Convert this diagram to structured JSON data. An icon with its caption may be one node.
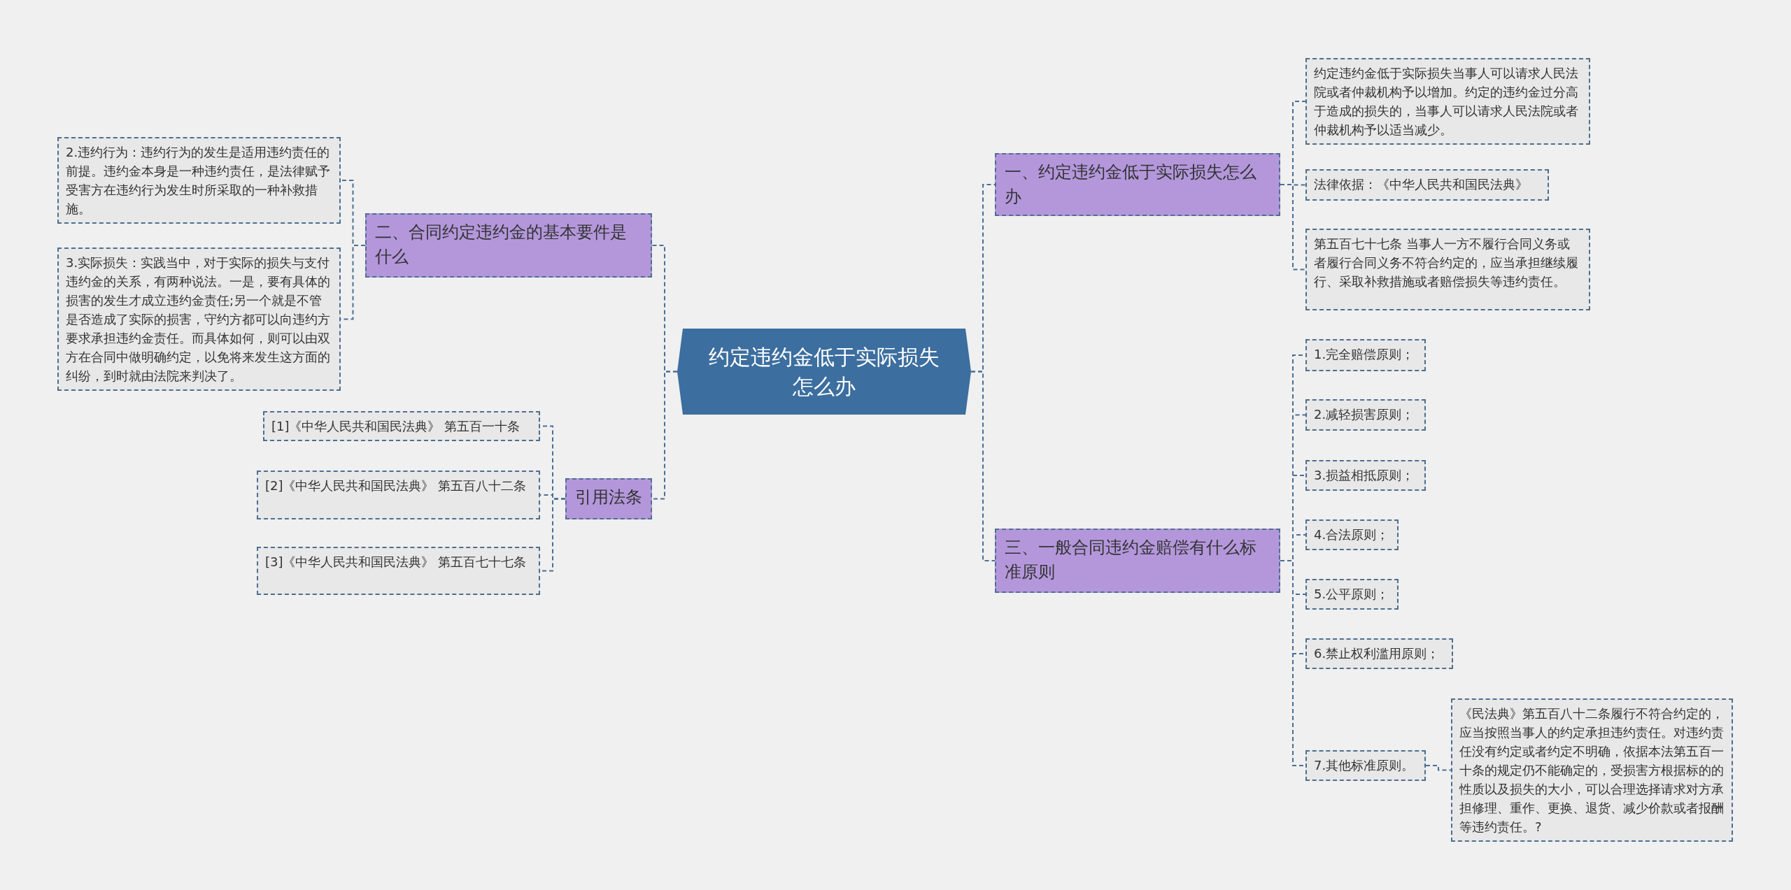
{
  "diagram": {
    "nodes": [
      {
        "text": [
          "约定违约金低于实际损失怎么办"
        ]
      },
      {
        "text": [
          "一、约定违约金低于实际损失怎么办"
        ]
      },
      {
        "text": [
          "约定违约金低于实际损失当事人可以请求人民法院或者仲裁机构予以增加。约定的违约金过分高于造成的损失的，当事人可以请求人民法院或者仲裁机构予以适当减少。"
        ]
      },
      {
        "text": [
          "法律依据：《中华人民共和国民法典》"
        ]
      },
      {
        "text": [
          "第五百七十七条 当事人一方不履行合同义务或者履行合同义务不符合约定的，应当承担继续履行、采取补救措施或者赔偿损失等违约责任。"
        ]
      },
      {
        "text": [
          "三、一般合同违约金赔偿有什么标准原则"
        ]
      },
      {
        "text": [
          "1.完全赔偿原则；"
        ]
      },
      {
        "text": [
          "2.减轻损害原则；"
        ]
      },
      {
        "text": [
          "3.损益相抵原则；"
        ]
      },
      {
        "text": [
          "4.合法原则；"
        ]
      },
      {
        "text": [
          "5.公平原则；"
        ]
      },
      {
        "text": [
          "6.禁止权利滥用原则；"
        ]
      },
      {
        "text": [
          "7.其他标准原则。"
        ]
      },
      {
        "text": [
          "《民法典》第五百八十二条履行不符合约定的，应当按照当事人的约定承担违约责任。对违约责任没有约定或者约定不明确，依据本法第五百一十条的规定仍不能确定的，受损害方根据标的的性质以及损失的大小，可以合理选择请求对方承担修理、重作、更换、退货、减少价款或者报酬等违约责任。?"
        ]
      },
      {
        "text": [
          "二、合同约定违约金的基本要件是什么"
        ]
      },
      {
        "text": [
          "2.违约行为：违约行为的发生是适用违约责任的前提。违约金本身是一种违约责任，是法律赋予受害方在违约行为发生时所采取的一种补救措施。"
        ]
      },
      {
        "text": [
          "3.实际损失：实践当中，对于实际的损失与支付违约金的关系，有两种说法。一是，要有具体的损害的发生才成立违约金责任;另一个就是不管是否造成了实际的损害，守约方都可以向违约方要求承担违约金责任。而具体如何，则可以由双方在合同中做明确约定，以免将来发生这方面的纠纷，到时就由法院来判决了。"
        ]
      },
      {
        "text": [
          "引用法条"
        ]
      },
      {
        "text": [
          "[1]《中华人民共和国民法典》 第五百一十条"
        ]
      },
      {
        "text": [
          "[2]《中华人民共和国民法典》 第五百八十二条"
        ]
      },
      {
        "text": [
          "[3]《中华人民共和国民法典》 第五百七十七条"
        ]
      }
    ],
    "edges": [
      {
        "from": 0,
        "to": 1,
        "arrow": "none"
      },
      {
        "from": 1,
        "to": 2,
        "arrow": "none"
      },
      {
        "from": 1,
        "to": 3,
        "arrow": "none"
      },
      {
        "from": 1,
        "to": 4,
        "arrow": "none"
      },
      {
        "from": 0,
        "to": 5,
        "arrow": "none"
      },
      {
        "from": 5,
        "to": 6,
        "arrow": "none"
      },
      {
        "from": 5,
        "to": 7,
        "arrow": "none"
      },
      {
        "from": 5,
        "to": 8,
        "arrow": "none"
      },
      {
        "from": 5,
        "to": 9,
        "arrow": "none"
      },
      {
        "from": 5,
        "to": 10,
        "arrow": "none"
      },
      {
        "from": 5,
        "to": 11,
        "arrow": "none"
      },
      {
        "from": 5,
        "to": 12,
        "arrow": "none"
      },
      {
        "from": 12,
        "to": 13,
        "arrow": "none"
      },
      {
        "from": 0,
        "to": 14,
        "arrow": "none"
      },
      {
        "from": 14,
        "to": 15,
        "arrow": "none"
      },
      {
        "from": 14,
        "to": 16,
        "arrow": "none"
      },
      {
        "from": 0,
        "to": 17,
        "arrow": "none"
      },
      {
        "from": 17,
        "to": 18,
        "arrow": "none"
      },
      {
        "from": 17,
        "to": 19,
        "arrow": "none"
      },
      {
        "from": 17,
        "to": 20,
        "arrow": "none"
      }
    ]
  }
}
